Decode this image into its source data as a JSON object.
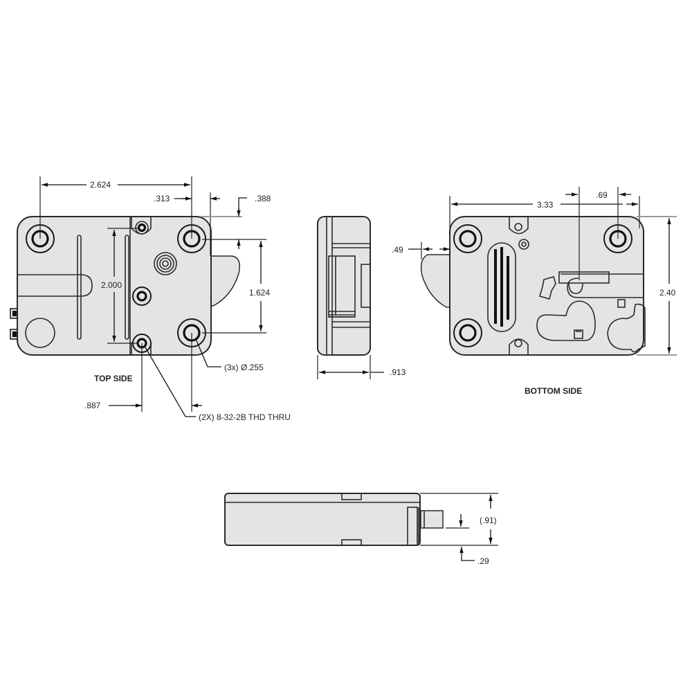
{
  "drawing": {
    "views": {
      "top_side": {
        "title": "TOP SIDE"
      },
      "end_view": {},
      "bottom_side": {
        "title": "BOTTOM SIDE"
      },
      "front_view": {}
    },
    "dimensions": {
      "top_side": {
        "hole_spacing_horizontal": "2.624",
        "edge_offset": ".313",
        "bolt_offset_top": ".388",
        "hole_spacing_vertical": "2.000",
        "bolt_height": "1.624",
        "thread_hole_offset": ".887",
        "hole_callout": "(3x) Ø.255",
        "thread_callout": "(2X) 8-32-2B THD THRU"
      },
      "end_view": {
        "depth": ".913"
      },
      "bottom_side": {
        "overall_width": "3.33",
        "hole_offset": ".69",
        "bolt_throw": ".49",
        "overall_height": "2.40"
      },
      "front_view": {
        "overall_height": "(.91)",
        "bolt_offset": ".29"
      }
    },
    "colors": {
      "part_fill": "#e4e4e4",
      "line": "#2a2a2a",
      "background": "#ffffff"
    }
  }
}
